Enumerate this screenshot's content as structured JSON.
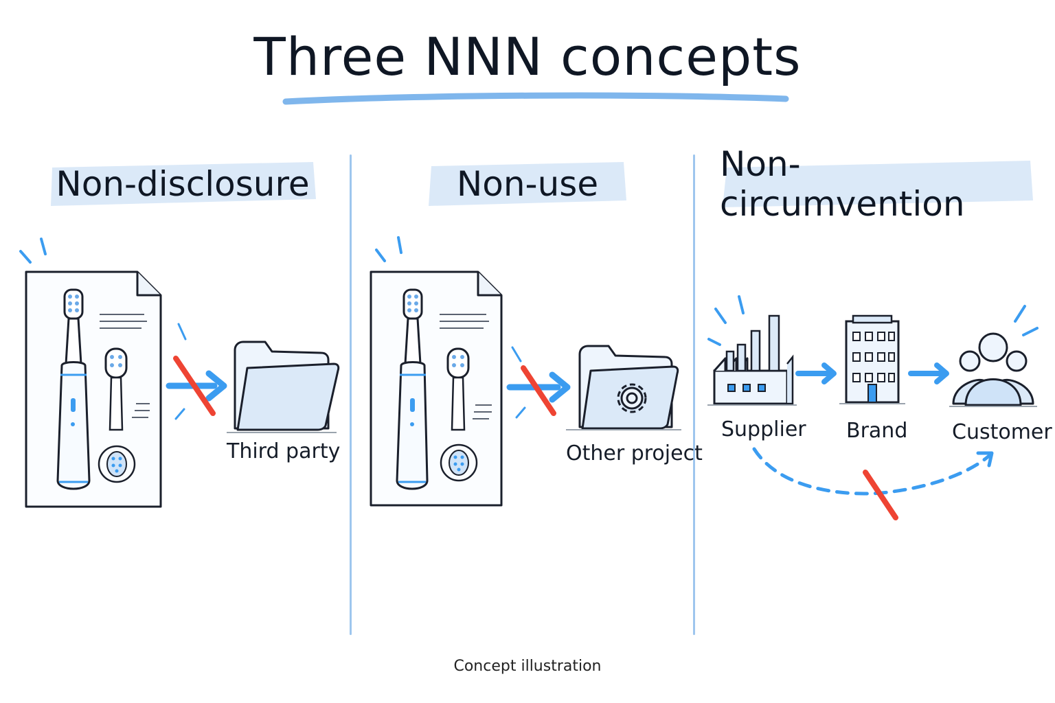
{
  "title": "Three NNN concepts",
  "caption": "Concept illustration",
  "colors": {
    "accent_blue": "#3b9cf0",
    "highlight_blue": "#dbe9f8",
    "block_red": "#ee4433",
    "ink": "#151c28"
  },
  "panels": [
    {
      "heading": "Non-disclosure",
      "target_label": "Third party",
      "icons": [
        "document-icon",
        "toothbrush-icon",
        "arrow-icon",
        "blocked-slash-icon",
        "folder-icon"
      ]
    },
    {
      "heading": "Non-use",
      "target_label": "Other project",
      "icons": [
        "document-icon",
        "toothbrush-icon",
        "arrow-icon",
        "blocked-slash-icon",
        "folder-gear-icon"
      ]
    },
    {
      "heading": "Non-circumvention",
      "labels": [
        "Supplier",
        "Brand",
        "Customer"
      ],
      "icons": [
        "factory-icon",
        "building-icon",
        "customer-group-icon",
        "bypass-arrow-icon",
        "blocked-slash-icon"
      ]
    }
  ]
}
